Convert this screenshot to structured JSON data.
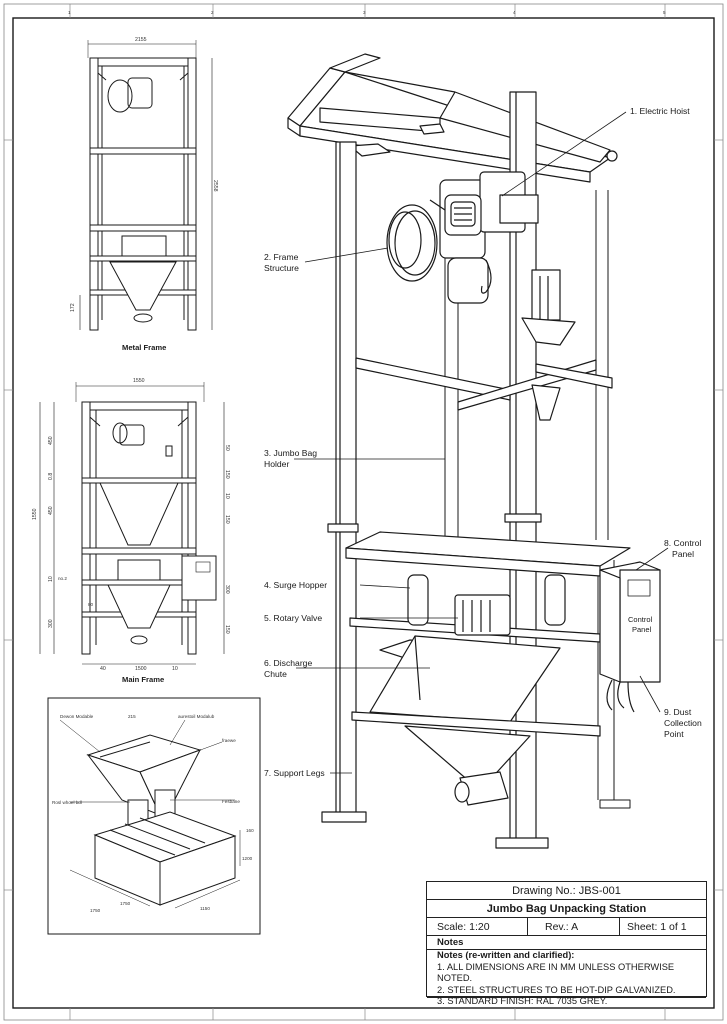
{
  "callouts": {
    "c1": "1. Electric Hoist",
    "c2a": "2. Frame",
    "c2b": "Structure",
    "c3a": "3. Jumbo Bag",
    "c3b": "Holder",
    "c4": "4. Surge Hopper",
    "c5": "5. Rotary Valve",
    "c6a": "6. Discharge",
    "c6b": "Chute",
    "c7": "7. Support Legs",
    "c8a": "8. Control",
    "c8b": "Panel",
    "c9a": "9. Dust",
    "c9b": "Collection",
    "c9c": "Point",
    "panel_a": "Control",
    "panel_b": "Panel"
  },
  "views": {
    "metal_frame": {
      "caption": "Metal Frame",
      "dim_width": "2155",
      "dim_height": "2558",
      "dim_small": "172"
    },
    "main_frame": {
      "caption": "Main Frame",
      "dim_width": "1550",
      "dim_height": "1550",
      "dim_bottom": [
        "40",
        "1500",
        "10"
      ],
      "dims_left": [
        "450",
        "0.8",
        "450",
        "10",
        "300"
      ],
      "dims_right": [
        "50",
        "150",
        "10",
        "150",
        "300",
        "150"
      ],
      "dims_mid": [
        "no.2",
        "80"
      ]
    },
    "isometric": {
      "labels": [
        "Dewon Modable",
        "215",
        "aurestoil Modalub",
        "fraewe",
        "Rosl whoel bdl",
        "Fesbane",
        "160",
        "1750",
        "1750",
        "1150",
        "1200"
      ]
    }
  },
  "title_block": {
    "drawing_no": "Drawing No.: JBS-001",
    "title": "Jumbo Bag Unpacking Station",
    "scale": "Scale:   1:20",
    "rev": "Rev.: A",
    "sheet": "Sheet: 1 of 1",
    "notes_header": "Notes",
    "notes_subheader": "Notes (re-written and clarified):",
    "notes": [
      "1. ALL DIMENSIONS ARE IN MM UNLESS OTHERWISE NOTED.",
      "2. STEEL STRUCTURES TO BE HOT-DIP GALVANIZED.",
      "3. STANDARD FINISH: RAL 7035 GREY."
    ]
  },
  "border_marks": [
    "1",
    "2",
    "3",
    "4",
    "5"
  ]
}
